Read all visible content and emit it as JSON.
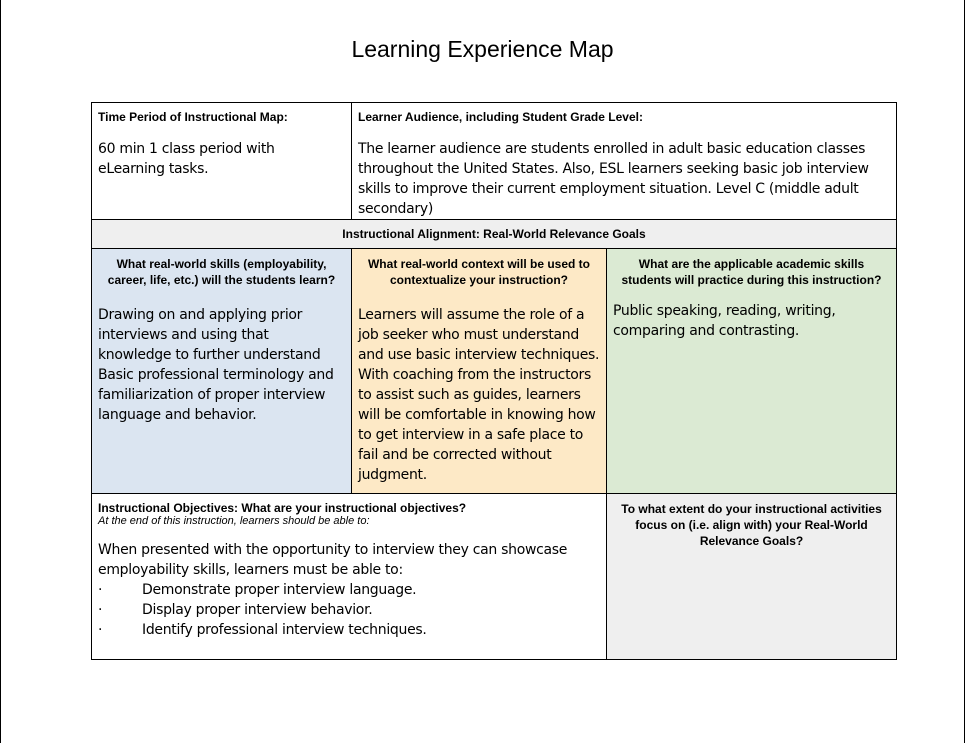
{
  "title": "Learning Experience Map",
  "time_period": {
    "label": "Time Period of Instructional Map:",
    "value": "60 min 1 class period with eLearning tasks."
  },
  "audience": {
    "label": "Learner Audience, including Student Grade Level:",
    "value": "The learner audience are students enrolled in adult basic education classes throughout the United States.  Also, ESL learners seeking basic job interview skills to improve their current employment situation.  Level C (middle adult secondary)"
  },
  "alignment": {
    "label": "Instructional Alignment: Real-World Relevance Goals"
  },
  "skills": {
    "question": "What real-world skills (employability, career, life, etc.) will the students learn?",
    "answer": "Drawing on and applying prior interviews and using that knowledge to further understand Basic professional terminology and familiarization of proper interview language and behavior."
  },
  "context": {
    "question": "What real-world context will be used to contextualize your instruction?",
    "answer": "Learners will assume the role of a job seeker who must understand and use basic interview techniques. With coaching from the instructors to assist such as guides, learners will be comfortable in knowing how to get interview in a safe place to fail and be corrected without judgment."
  },
  "academic": {
    "question": "What are the applicable academic skills students will practice during this instruction?",
    "answer": "Public speaking, reading, writing, comparing and contrasting."
  },
  "objectives": {
    "heading": "Instructional Objectives: What are your instructional objectives?",
    "subheading": "At the end of this instruction, learners should be able to:",
    "intro": "When presented with the opportunity to interview they can showcase employability skills, learners must be able to:",
    "items": [
      {
        "bullet": "·",
        "text": "Demonstrate proper interview language."
      },
      {
        "bullet": "·",
        "text": "Display proper interview behavior."
      },
      {
        "bullet": "·",
        "text": "Identify professional interview techniques."
      }
    ]
  },
  "extent": {
    "question": "To what extent do your instructional activities focus on (i.e. align with) your Real-World Relevance Goals?"
  }
}
